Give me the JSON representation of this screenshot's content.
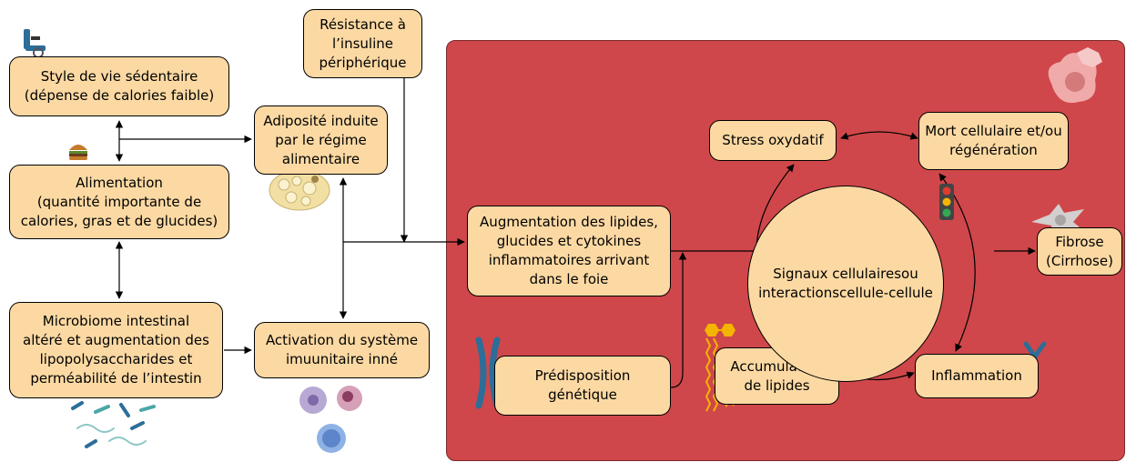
{
  "boxes": {
    "sedentary": [
      "Style de vie sédentaire",
      "(dépense de calories faible)"
    ],
    "diet": [
      "Alimentation",
      "(quantité importante de",
      "calories, gras et de glucides)"
    ],
    "microbiome": [
      "Microbiome intestinal",
      "altéré et augmentation des",
      "lipopolysaccharides et",
      "perméabilité de l’intestin"
    ],
    "insulin": [
      "Résistance à",
      "l’insuline",
      "périphérique"
    ],
    "adiposity": [
      "Adiposité induite",
      "par le régime",
      "alimentaire"
    ],
    "immune": [
      "Activation du système",
      "imuunitaire inné"
    ],
    "influx": [
      "Augmentation des lipides,",
      "glucides et cytokines",
      "inflammatoires arrivant",
      "dans le foie"
    ],
    "genetic": [
      "Prédisposition",
      "génétique"
    ],
    "oxidative": [
      "Stress oxydatif"
    ],
    "death": [
      "Mort cellulaire et/ou",
      "régénération"
    ],
    "fibrosis": [
      "Fibrose",
      "(Cirrhose)"
    ],
    "inflammation": [
      "Inflammation"
    ],
    "lipid_accum": [
      "Accumulation",
      "de lipides"
    ]
  },
  "center": [
    "Signaux cellulaires",
    "ou interactions",
    "cellule-cellule"
  ],
  "icons": [
    "wheelchair-icon",
    "burger-icon",
    "fat-cell-icon",
    "bacteria-icon",
    "immune-cells-icon",
    "dead-cell-icon",
    "traffic-light-icon",
    "fibroblast-icon",
    "chromosome-icon",
    "lipid-chain-icon",
    "antibody-icon"
  ],
  "colors": {
    "box_fill": "#fcd9a3",
    "liver_panel": "#cf474a",
    "stroke": "#000000"
  }
}
